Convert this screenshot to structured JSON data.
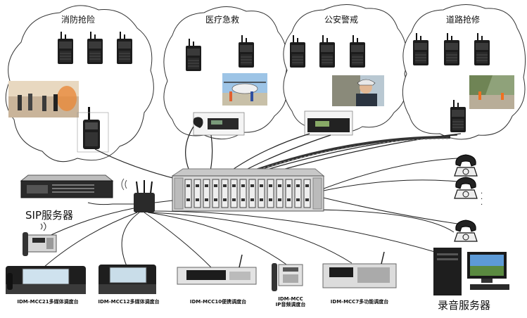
{
  "clouds": [
    {
      "title": "消防抢险"
    },
    {
      "title": "医疗急救"
    },
    {
      "title": "公安警戒"
    },
    {
      "title": "道路抢修"
    }
  ],
  "sip_server": {
    "label": "SIP服务器"
  },
  "recording_server": {
    "label": "录音服务器"
  },
  "consoles": [
    {
      "label": "IDM-MCC21多媒体调度台"
    },
    {
      "label": "IDM-MCC12多媒体调度台"
    },
    {
      "label": "IDM-MCC10便携调度台"
    },
    {
      "label_line1": "IDM-MCC",
      "label_line2": "IP音频调度台"
    },
    {
      "label": "IDM-MCC7多功能调度台"
    }
  ],
  "ellipsis": "·\n·\n·"
}
